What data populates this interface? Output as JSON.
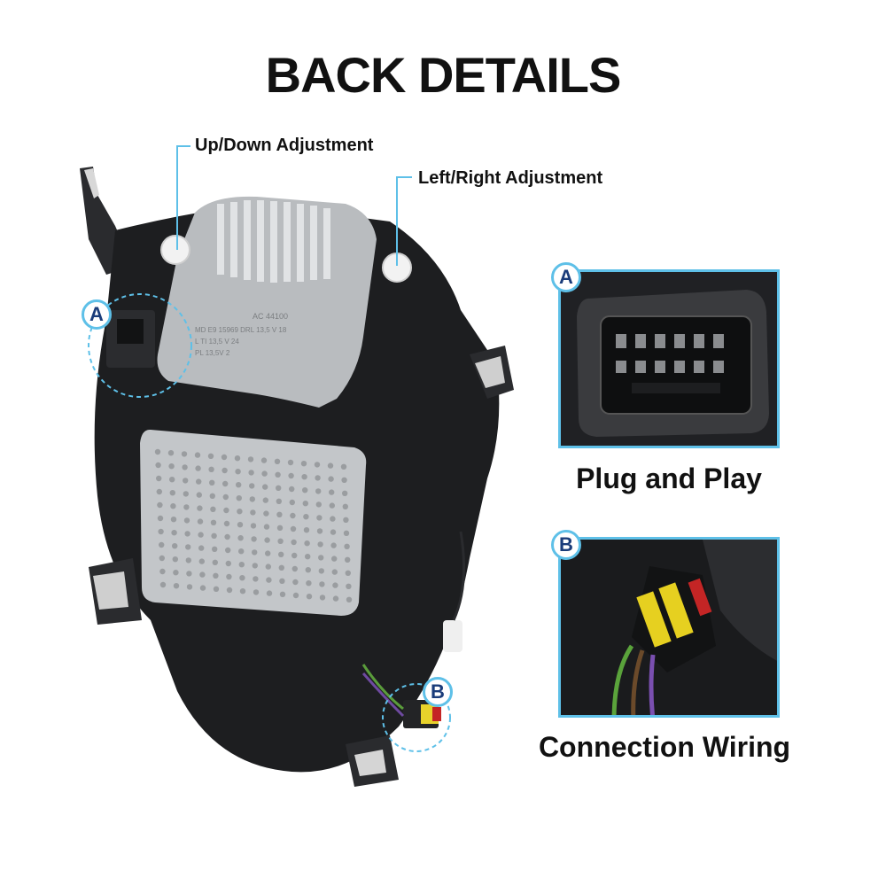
{
  "title": "BACK DETAILS",
  "callouts": {
    "up_down": "Up/Down Adjustment",
    "left_right": "Left/Right Adjustment"
  },
  "markers": {
    "a": "A",
    "b": "B"
  },
  "panels": {
    "a": {
      "badge": "A",
      "caption": "Plug and Play"
    },
    "b": {
      "badge": "B",
      "caption": "Connection Wiring"
    }
  },
  "housing": {
    "module_text": [
      "AC 44100",
      "MD  E9 15969  DRL  13,5 V  18",
      "L         TI    13,5 V  24",
      "          PL    13,5V   2"
    ]
  },
  "colors": {
    "accent": "#5ec0e8",
    "housing": "#1d1e20",
    "metal": "#b9bcbf"
  }
}
